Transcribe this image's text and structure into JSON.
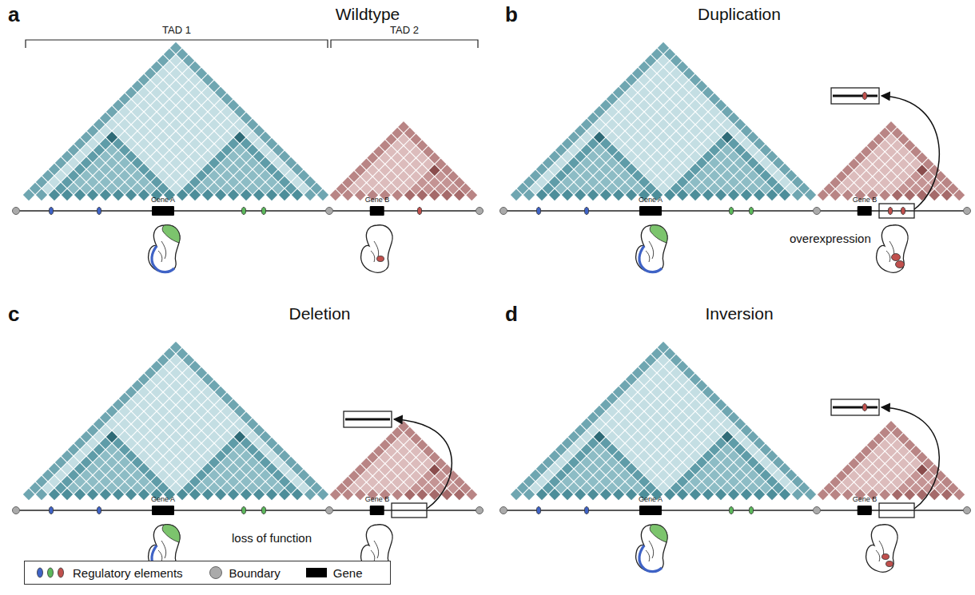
{
  "diagram": {
    "nodes": [
      {
        "text": [
          "Gene A"
        ]
      },
      {
        "text": [
          "Gene B"
        ]
      },
      {
        "text": [
          "Gene A"
        ]
      },
      {
        "text": [
          "Gene B"
        ]
      },
      {
        "text": [
          "Gene A"
        ]
      },
      {
        "text": [
          "Gene B"
        ]
      },
      {
        "text": [
          "Gene A"
        ]
      },
      {
        "text": [
          "Gene B"
        ]
      }
    ],
    "labels": [
      "a",
      "Wildtype",
      "TAD 1",
      "TAD 2",
      "b",
      "Duplication",
      "overexpression",
      "c",
      "Deletion",
      "loss of function",
      "d",
      "Inversion"
    ],
    "legend": [
      {
        "text": "Regulatory elements"
      },
      {
        "text": "Boundary"
      },
      {
        "text": "Gene",
        "color": "#000000"
      }
    ]
  }
}
